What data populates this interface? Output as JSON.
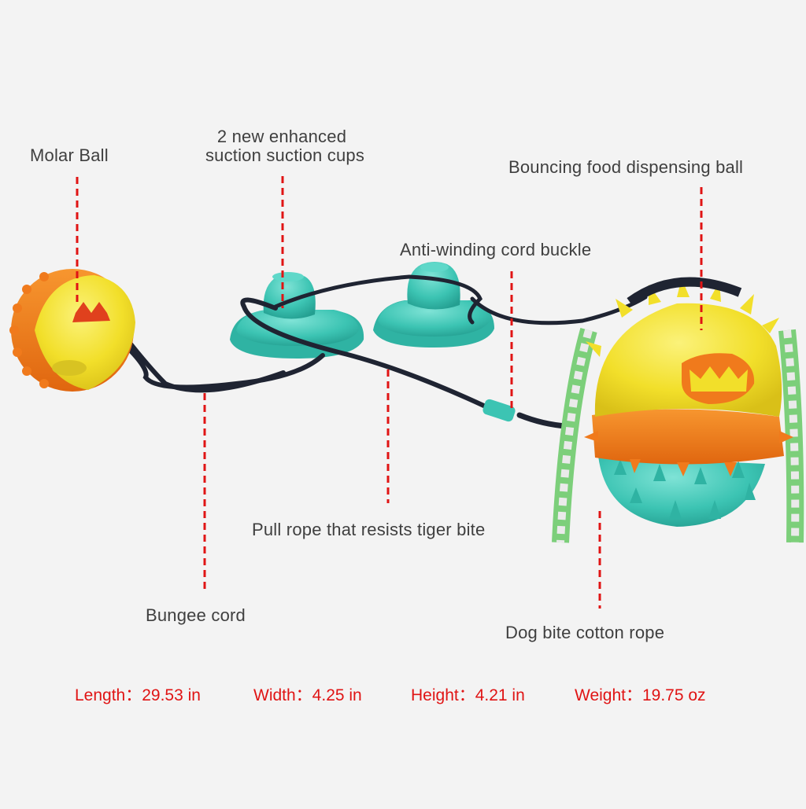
{
  "annotations": {
    "molar_ball": "Molar Ball",
    "suction_cups_line1": "2 new enhanced",
    "suction_cups_line2": "suction suction cups",
    "food_ball": "Bouncing food dispensing ball",
    "cord_buckle": "Anti-winding cord buckle",
    "pull_rope": "Pull rope that resists tiger bite",
    "bungee": "Bungee cord",
    "cotton_rope": "Dog bite cotton rope"
  },
  "specs": {
    "length": "Length：29.53 in",
    "width": "Width：4.25 in",
    "height": "Height：4.21 in",
    "weight": "Weight：19.75 oz"
  },
  "colors": {
    "yellow": "#f2df2a",
    "orange": "#f07a1c",
    "teal": "#3cc4b3",
    "rope": "#1f2432",
    "callout_red": "#e01414"
  }
}
